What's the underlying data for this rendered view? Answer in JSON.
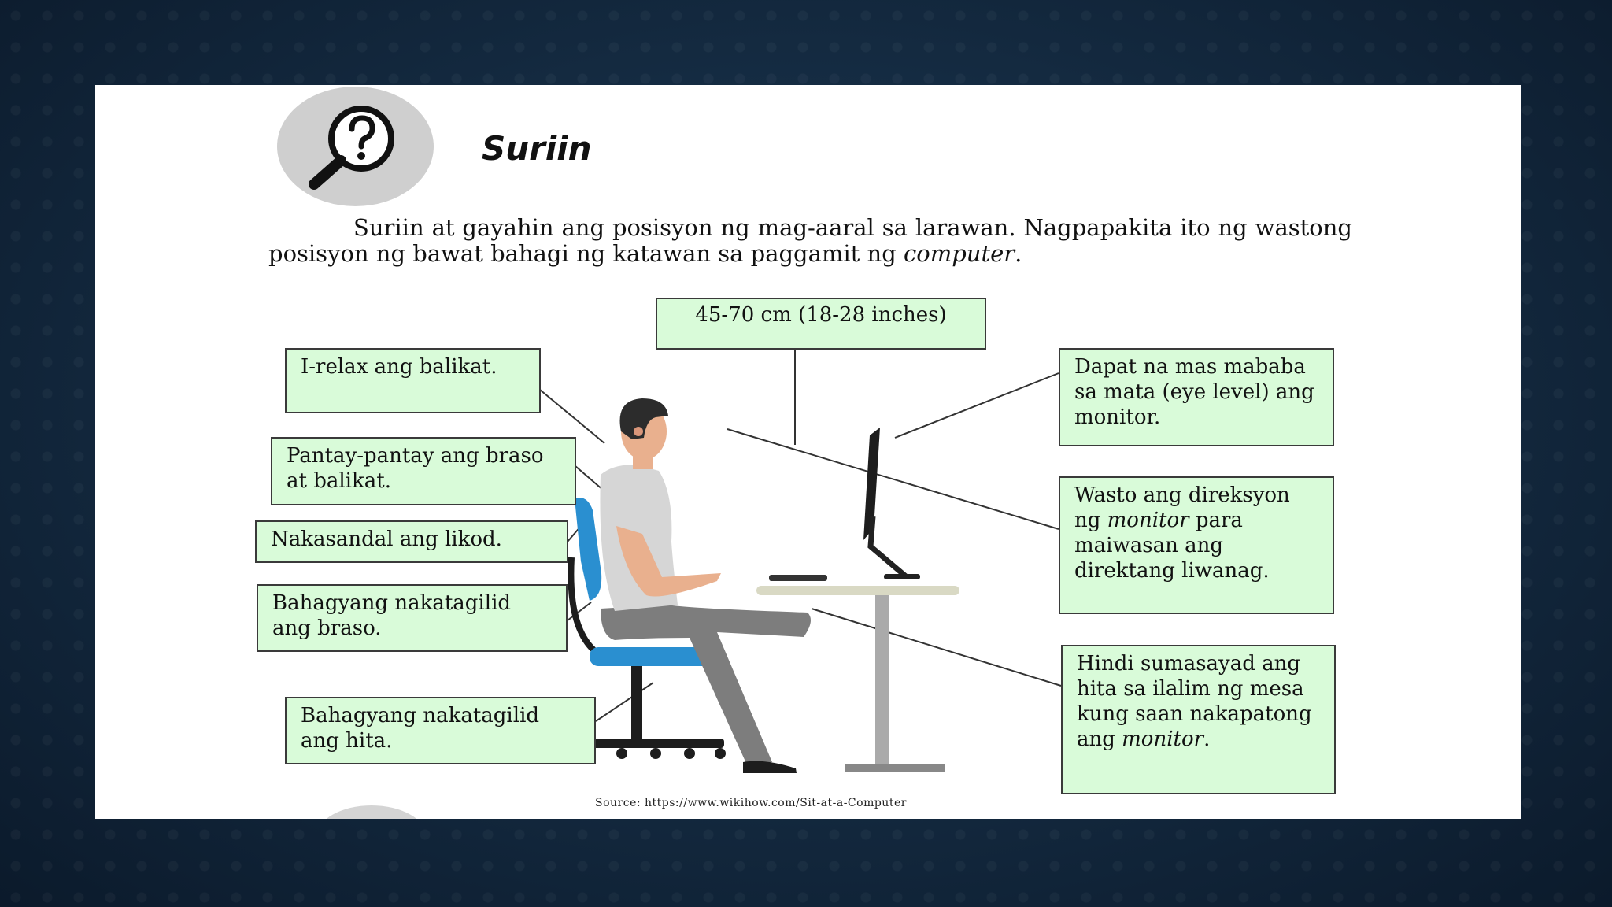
{
  "slide": {
    "title": "Suriin",
    "paragraph_lead": "Suriin at gayahin ang posisyon ng mag-aaral sa larawan. Nagpapakita ito ng wastong posisyon ng bawat bahagi ng katawan sa paggamit ng ",
    "paragraph_italic": "computer",
    "paragraph_end": "."
  },
  "labels": {
    "distance": "45-70 cm (18-28 inches)",
    "shoulder": "I-relax ang balikat.",
    "arms_level": "Pantay-pantay ang braso at balikat.",
    "back": "Nakasandal ang likod.",
    "arms_bent": "Bahagyang nakatagilid ang braso.",
    "thighs": "Bahagyang nakatagilid ang hita.",
    "eye_level": "Dapat na mas mababa sa mata (eye level) ang monitor.",
    "glare_a": "Wasto ang direksyon ng ",
    "glare_italic": "monitor",
    "glare_b": " para maiwasan ang direktang liwanag.",
    "desk_a": "Hindi sumasayad ang hita sa ilalim ng mesa kung saan nakapatong ang ",
    "desk_italic": "monitor",
    "desk_b": "."
  },
  "source": "Source: https://www.wikihow.com/Sit-at-a-Computer",
  "icons": [
    "magnifier-question-icon"
  ],
  "colors": {
    "background": "#152c43",
    "label_fill": "#d9fbd9",
    "chair_blue": "#2a8fd0",
    "shirt": "#d6d6d6",
    "pants": "#7a7a7a"
  }
}
